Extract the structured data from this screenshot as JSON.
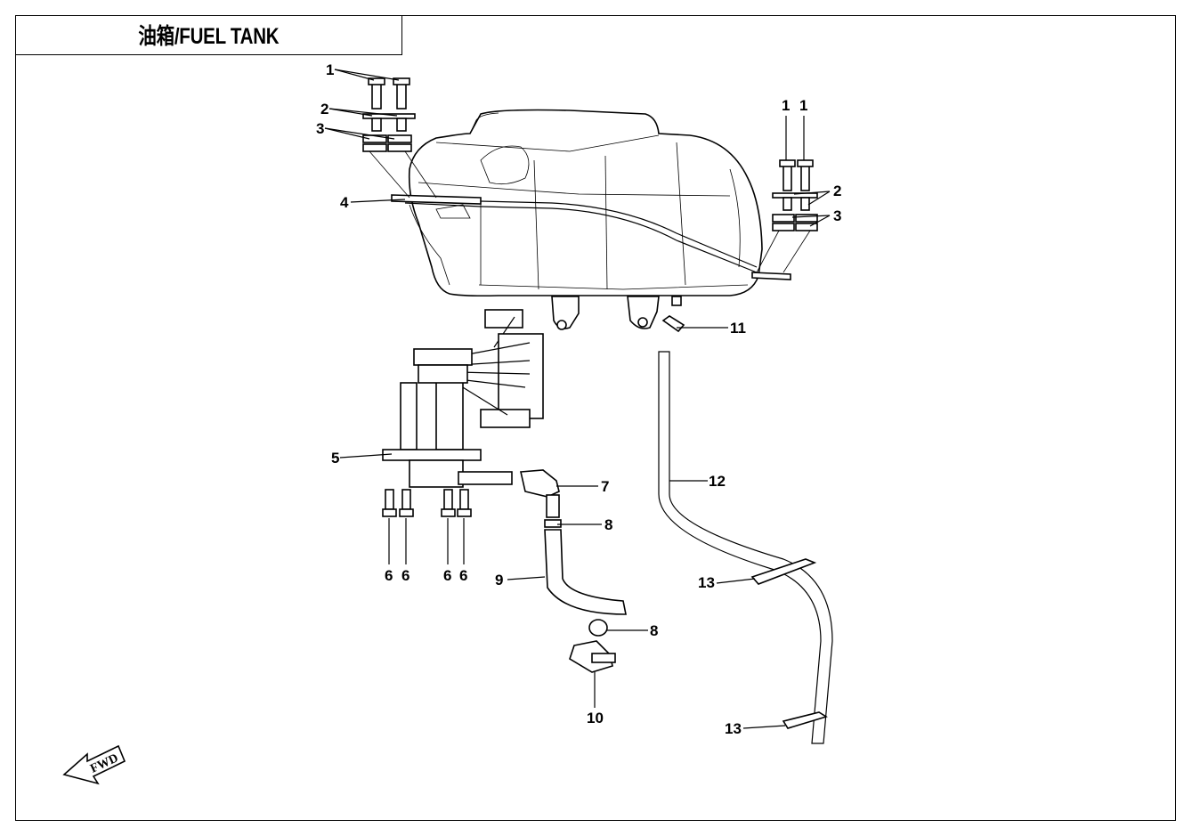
{
  "title": "油箱/FUEL TANK",
  "orientation_label": "FWD",
  "callouts": [
    {
      "id": "1",
      "label": "1"
    },
    {
      "id": "2",
      "label": "2"
    },
    {
      "id": "3",
      "label": "3"
    },
    {
      "id": "4",
      "label": "4"
    },
    {
      "id": "5",
      "label": "5"
    },
    {
      "id": "6",
      "label": "6"
    },
    {
      "id": "7",
      "label": "7"
    },
    {
      "id": "8",
      "label": "8"
    },
    {
      "id": "9",
      "label": "9"
    },
    {
      "id": "10",
      "label": "10"
    },
    {
      "id": "11",
      "label": "11"
    },
    {
      "id": "12",
      "label": "12"
    },
    {
      "id": "13",
      "label": "13"
    }
  ],
  "colors": {
    "line": "#000000",
    "background": "#ffffff"
  }
}
